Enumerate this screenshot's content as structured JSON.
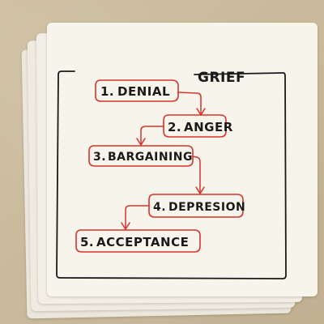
{
  "diagram": {
    "title": "GRIEF",
    "stages": [
      {
        "number": "1.",
        "label": "DENIAL"
      },
      {
        "number": "2.",
        "label": "ANGER"
      },
      {
        "number": "3.",
        "label": "BARGAINING"
      },
      {
        "number": "4.",
        "label": "DEPRESION"
      },
      {
        "number": "5.",
        "label": "ACCEPTANCE"
      }
    ]
  },
  "colors": {
    "ink": "#1a1a1a",
    "outline": "#d9322b",
    "napkin": "#f7f4ec",
    "background": "#c9b99b"
  }
}
